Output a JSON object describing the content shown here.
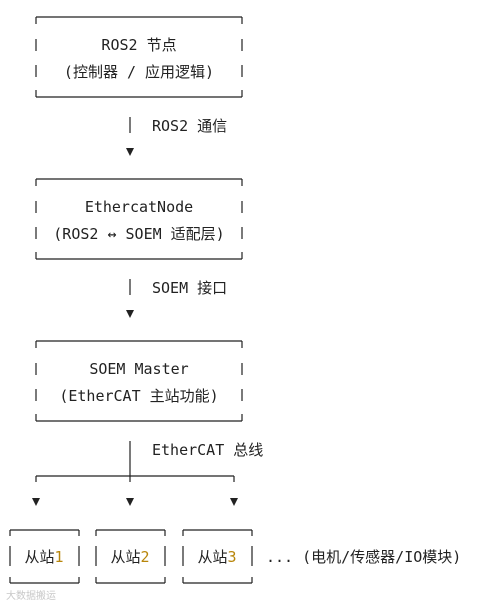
{
  "nodes": {
    "ros2": {
      "title": "ROS2 节点",
      "subtitle": "(控制器 / 应用逻辑)"
    },
    "ethercat_node": {
      "title": "EthercatNode",
      "subtitle": "(ROS2 ↔ SOEM 适配层)"
    },
    "soem_master": {
      "title": "SOEM Master",
      "subtitle": "(EtherCAT 主站功能)"
    }
  },
  "edges": {
    "ros2_to_node": "ROS2 通信",
    "node_to_master": "SOEM 接口",
    "master_to_slaves": "EtherCAT 总线"
  },
  "slaves": [
    {
      "prefix": "从站",
      "num": "1"
    },
    {
      "prefix": "从站",
      "num": "2"
    },
    {
      "prefix": "从站",
      "num": "3"
    }
  ],
  "slaves_note": "... (电机/传感器/IO模块)",
  "watermark": "大数据搬运",
  "colors": {
    "line": "#222222",
    "number": "#b8860b"
  }
}
